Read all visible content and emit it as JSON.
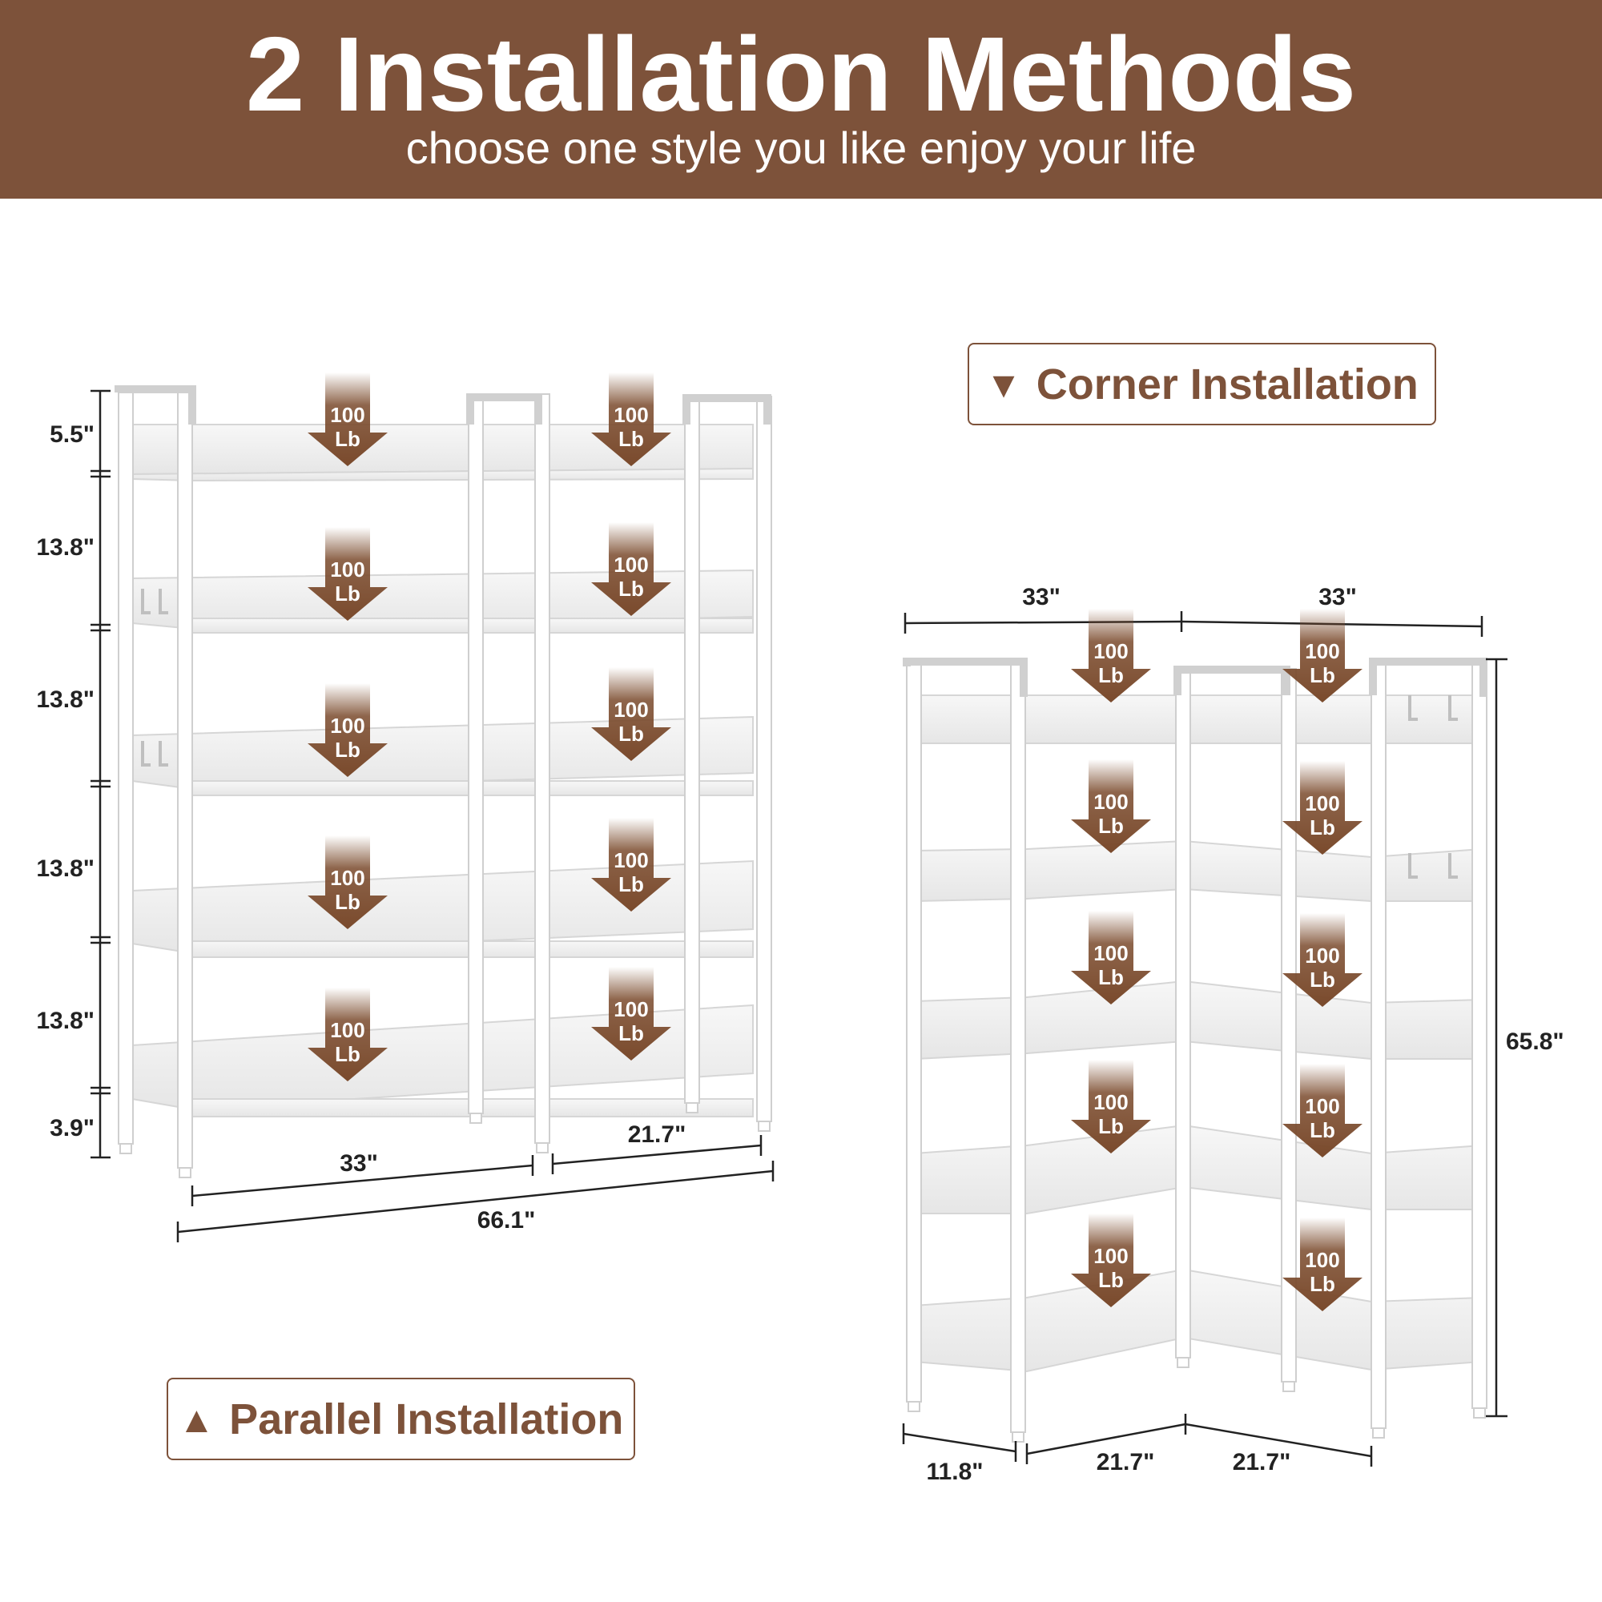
{
  "header": {
    "title": "2 Installation Methods",
    "subtitle": "choose one style you like enjoy your life"
  },
  "colors": {
    "brand_brown": "#7d523a",
    "arrow_brown": "#7a4a2c",
    "shelf_white": "#f4f4f4",
    "frame_edge": "#d8d8d8",
    "dimension_line": "#222222"
  },
  "parallel": {
    "label": "Parallel Installation",
    "label_icon": "up-arrow-icon",
    "heights": [
      "5.5\"",
      "13.8\"",
      "13.8\"",
      "13.8\"",
      "13.8\"",
      "3.9\""
    ],
    "width_left": "33\"",
    "width_right": "21.7\"",
    "total_width": "66.1\"",
    "load_badges": [
      {
        "value": "100",
        "unit": "Lb"
      },
      {
        "value": "100",
        "unit": "Lb"
      },
      {
        "value": "100",
        "unit": "Lb"
      },
      {
        "value": "100",
        "unit": "Lb"
      },
      {
        "value": "100",
        "unit": "Lb"
      },
      {
        "value": "100",
        "unit": "Lb"
      },
      {
        "value": "100",
        "unit": "Lb"
      },
      {
        "value": "100",
        "unit": "Lb"
      },
      {
        "value": "100",
        "unit": "Lb"
      },
      {
        "value": "100",
        "unit": "Lb"
      }
    ]
  },
  "corner": {
    "label": "Corner Installation",
    "label_icon": "down-arrow-icon",
    "top_width_left": "33\"",
    "top_width_right": "33\"",
    "height": "65.8\"",
    "depth": "11.8\"",
    "bottom_left": "21.7\"",
    "bottom_right": "21.7\"",
    "load_badges": [
      {
        "value": "100",
        "unit": "Lb"
      },
      {
        "value": "100",
        "unit": "Lb"
      },
      {
        "value": "100",
        "unit": "Lb"
      },
      {
        "value": "100",
        "unit": "Lb"
      },
      {
        "value": "100",
        "unit": "Lb"
      },
      {
        "value": "100",
        "unit": "Lb"
      },
      {
        "value": "100",
        "unit": "Lb"
      },
      {
        "value": "100",
        "unit": "Lb"
      },
      {
        "value": "100",
        "unit": "Lb"
      },
      {
        "value": "100",
        "unit": "Lb"
      }
    ]
  }
}
